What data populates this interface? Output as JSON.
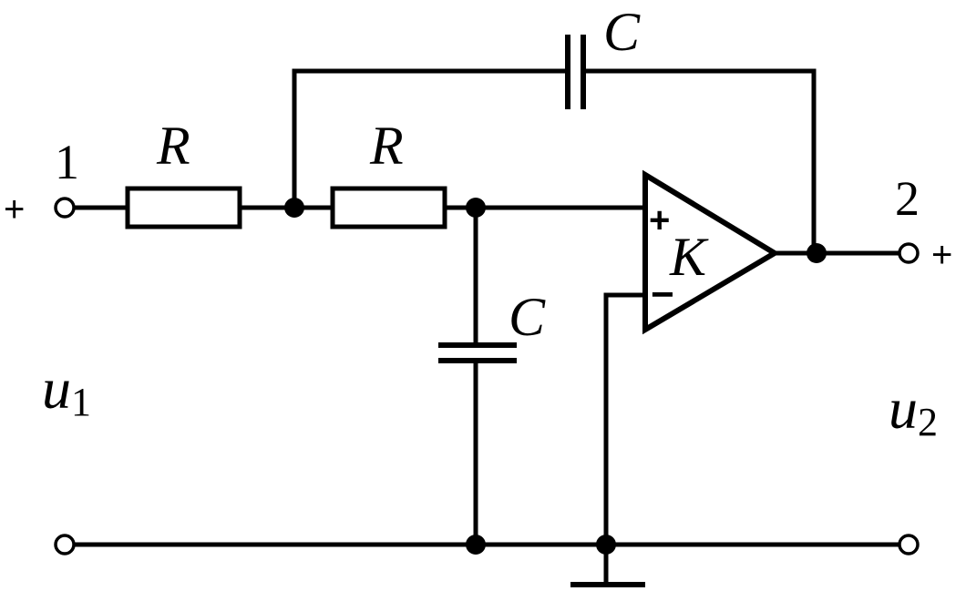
{
  "diagram": {
    "components": {
      "resistor_1": "R",
      "resistor_2": "R",
      "capacitor_feedback": "C",
      "capacitor_shunt": "C",
      "amplifier_gain": "K"
    },
    "ports": {
      "input_number": "1",
      "output_number": "2",
      "input_polarity": "+",
      "output_polarity": "+"
    },
    "voltages": {
      "input_var": "u",
      "input_sub": "1",
      "output_var": "u",
      "output_sub": "2"
    },
    "opamp_inputs": {
      "noninverting": "+",
      "inverting": "−"
    }
  }
}
